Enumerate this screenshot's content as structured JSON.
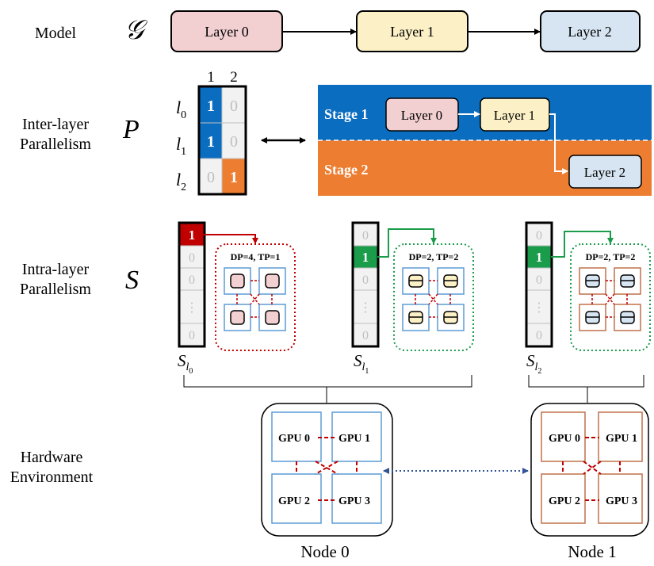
{
  "row_labels": {
    "model": "Model",
    "inter_line1": "Inter-layer",
    "inter_line2": "Parallelism",
    "intra_line1": "Intra-layer",
    "intra_line2": "Parallelism",
    "hw_line1": "Hardware",
    "hw_line2": "Environment"
  },
  "symbols": {
    "model": "𝒢",
    "inter": "P",
    "intra": "S"
  },
  "model": {
    "layers": [
      "Layer 0",
      "Layer 1",
      "Layer 2"
    ]
  },
  "matrix_p": {
    "col_headers": [
      "1",
      "2"
    ],
    "row_labels": [
      {
        "base": "l",
        "sub": "0"
      },
      {
        "base": "l",
        "sub": "1"
      },
      {
        "base": "l",
        "sub": "2"
      }
    ],
    "values": [
      [
        "1",
        "0"
      ],
      [
        "1",
        "0"
      ],
      [
        "0",
        "1"
      ]
    ]
  },
  "stages": [
    {
      "label": "Stage 1",
      "layers": [
        "Layer 0",
        "Layer 1"
      ]
    },
    {
      "label": "Stage 2",
      "layers": [
        "Layer 2"
      ]
    }
  ],
  "strategies": [
    {
      "name": {
        "base": "S",
        "sub": "l",
        "subsub": "0"
      },
      "vector": [
        "1",
        "0",
        "0",
        "⋮",
        "0"
      ],
      "selected": 0,
      "config": "DP=4, TP=1"
    },
    {
      "name": {
        "base": "S",
        "sub": "l",
        "subsub": "1"
      },
      "vector": [
        "0",
        "1",
        "0",
        "⋮",
        "0"
      ],
      "selected": 1,
      "config": "DP=2, TP=2"
    },
    {
      "name": {
        "base": "S",
        "sub": "l",
        "subsub": "2"
      },
      "vector": [
        "0",
        "1",
        "0",
        "⋮",
        "0"
      ],
      "selected": 1,
      "config": "DP=2, TP=2"
    }
  ],
  "nodes": [
    {
      "label": "Node 0",
      "gpus": [
        "GPU 0",
        "GPU 1",
        "GPU 2",
        "GPU 3"
      ]
    },
    {
      "label": "Node 1",
      "gpus": [
        "GPU 0",
        "GPU 1",
        "GPU 2",
        "GPU 3"
      ]
    }
  ],
  "colors": {
    "layer0_fill": "#f2cfd1",
    "layer1_fill": "#fcf0c6",
    "layer2_fill": "#d7e5f2",
    "stage1": "#0b6dc0",
    "stage2": "#ed7d31",
    "select_red": "#c00000",
    "select_green": "#1a9c4b",
    "node0_gpu": "#5b9bd5",
    "node1_gpu": "#c0714a",
    "link_red": "#c00000",
    "inter_node_link": "#2f5597"
  }
}
